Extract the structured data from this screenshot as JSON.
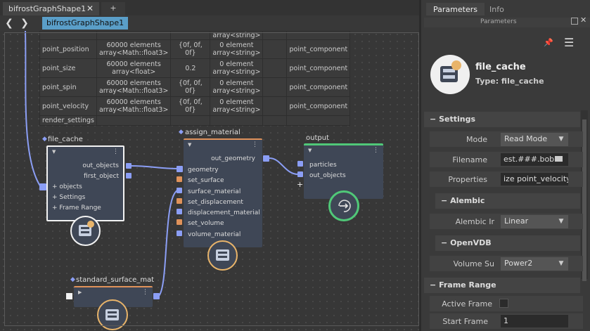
{
  "graph_tab": {
    "title": "bifrostGraphShape1",
    "close": "✕",
    "new": "+"
  },
  "breadcrumb": {
    "back": "❮",
    "forward": "❯",
    "crumb": "bifrostGraphShape1"
  },
  "table": {
    "rows": [
      {
        "name": "point_position",
        "count": "60000 elements",
        "type": "array<Math::float3>",
        "value": "{0f, 0f, 0f}",
        "el": "0 element",
        "eltype": "array<string>",
        "comp": "point_component"
      },
      {
        "name": "point_size",
        "count": "60000 elements",
        "type": "array<float>",
        "value": "0.2",
        "el": "0 element",
        "eltype": "array<string>",
        "comp": "point_component"
      },
      {
        "name": "point_spin",
        "count": "60000 elements",
        "type": "array<Math::float3>",
        "value": "{0f, 0f, 0f}",
        "el": "0 element",
        "eltype": "array<string>",
        "comp": "point_component"
      },
      {
        "name": "point_velocity",
        "count": "60000 elements",
        "type": "array<Math::float3>",
        "value": "{0f, 0f, 0f}",
        "el": "0 element",
        "eltype": "array<string>",
        "comp": "point_component"
      },
      {
        "name": "render_settings",
        "count": "",
        "type": "",
        "value": "",
        "el": "",
        "eltype": "",
        "comp": ""
      }
    ],
    "partial_top": "array<string>"
  },
  "nodes": {
    "file_cache": {
      "title": "file_cache",
      "out1": "out_objects",
      "out2": "first_object",
      "in1": "objects",
      "in2": "Settings",
      "in3": "Frame Range",
      "pin": "◆",
      "collapse": "▼",
      "menu": "⋮",
      "plus": "+"
    },
    "assign_material": {
      "title": "assign_material",
      "out1": "out_geometry",
      "ports": [
        "geometry",
        "set_surface",
        "surface_material",
        "set_displacement",
        "displacement_material",
        "set_volume",
        "volume_material"
      ]
    },
    "output": {
      "title": "output",
      "ports": [
        "particles",
        "out_objects"
      ]
    },
    "standard_surface": {
      "title": "standard_surface_mat",
      "arrow": "▶"
    }
  },
  "params": {
    "tabs": [
      "Parameters",
      "Info"
    ],
    "panel_label": "Parameters",
    "node_name": "file_cache",
    "node_type": "Type: file_cache",
    "pin_icon": "📌",
    "menu_icon": "☰",
    "sections": {
      "settings": "Settings",
      "alembic": "Alembic",
      "openvdb": "OpenVDB",
      "frame_range": "Frame Range"
    },
    "mode": {
      "label": "Mode",
      "value": "Read Mode"
    },
    "filename": {
      "label": "Filename",
      "value": "est.###.bob"
    },
    "properties": {
      "label": "Properties",
      "value": "ize point_velocity"
    },
    "alembic_interp": {
      "label": "Alembic Ir",
      "value": "Linear"
    },
    "volume": {
      "label": "Volume Su",
      "value": "Power2"
    },
    "active_frame": {
      "label": "Active Frame"
    },
    "start_frame": {
      "label": "Start Frame",
      "value": "1"
    },
    "dropdown_arrow": "▼",
    "collapse": "−"
  },
  "colors": {
    "accent_blue": "#5a9ec8",
    "port_blue": "#8b9ef5",
    "port_orange": "#e0925a",
    "output_green": "#50c878",
    "node_body": "#3f4756",
    "ring_orange": "#e8b46a"
  }
}
